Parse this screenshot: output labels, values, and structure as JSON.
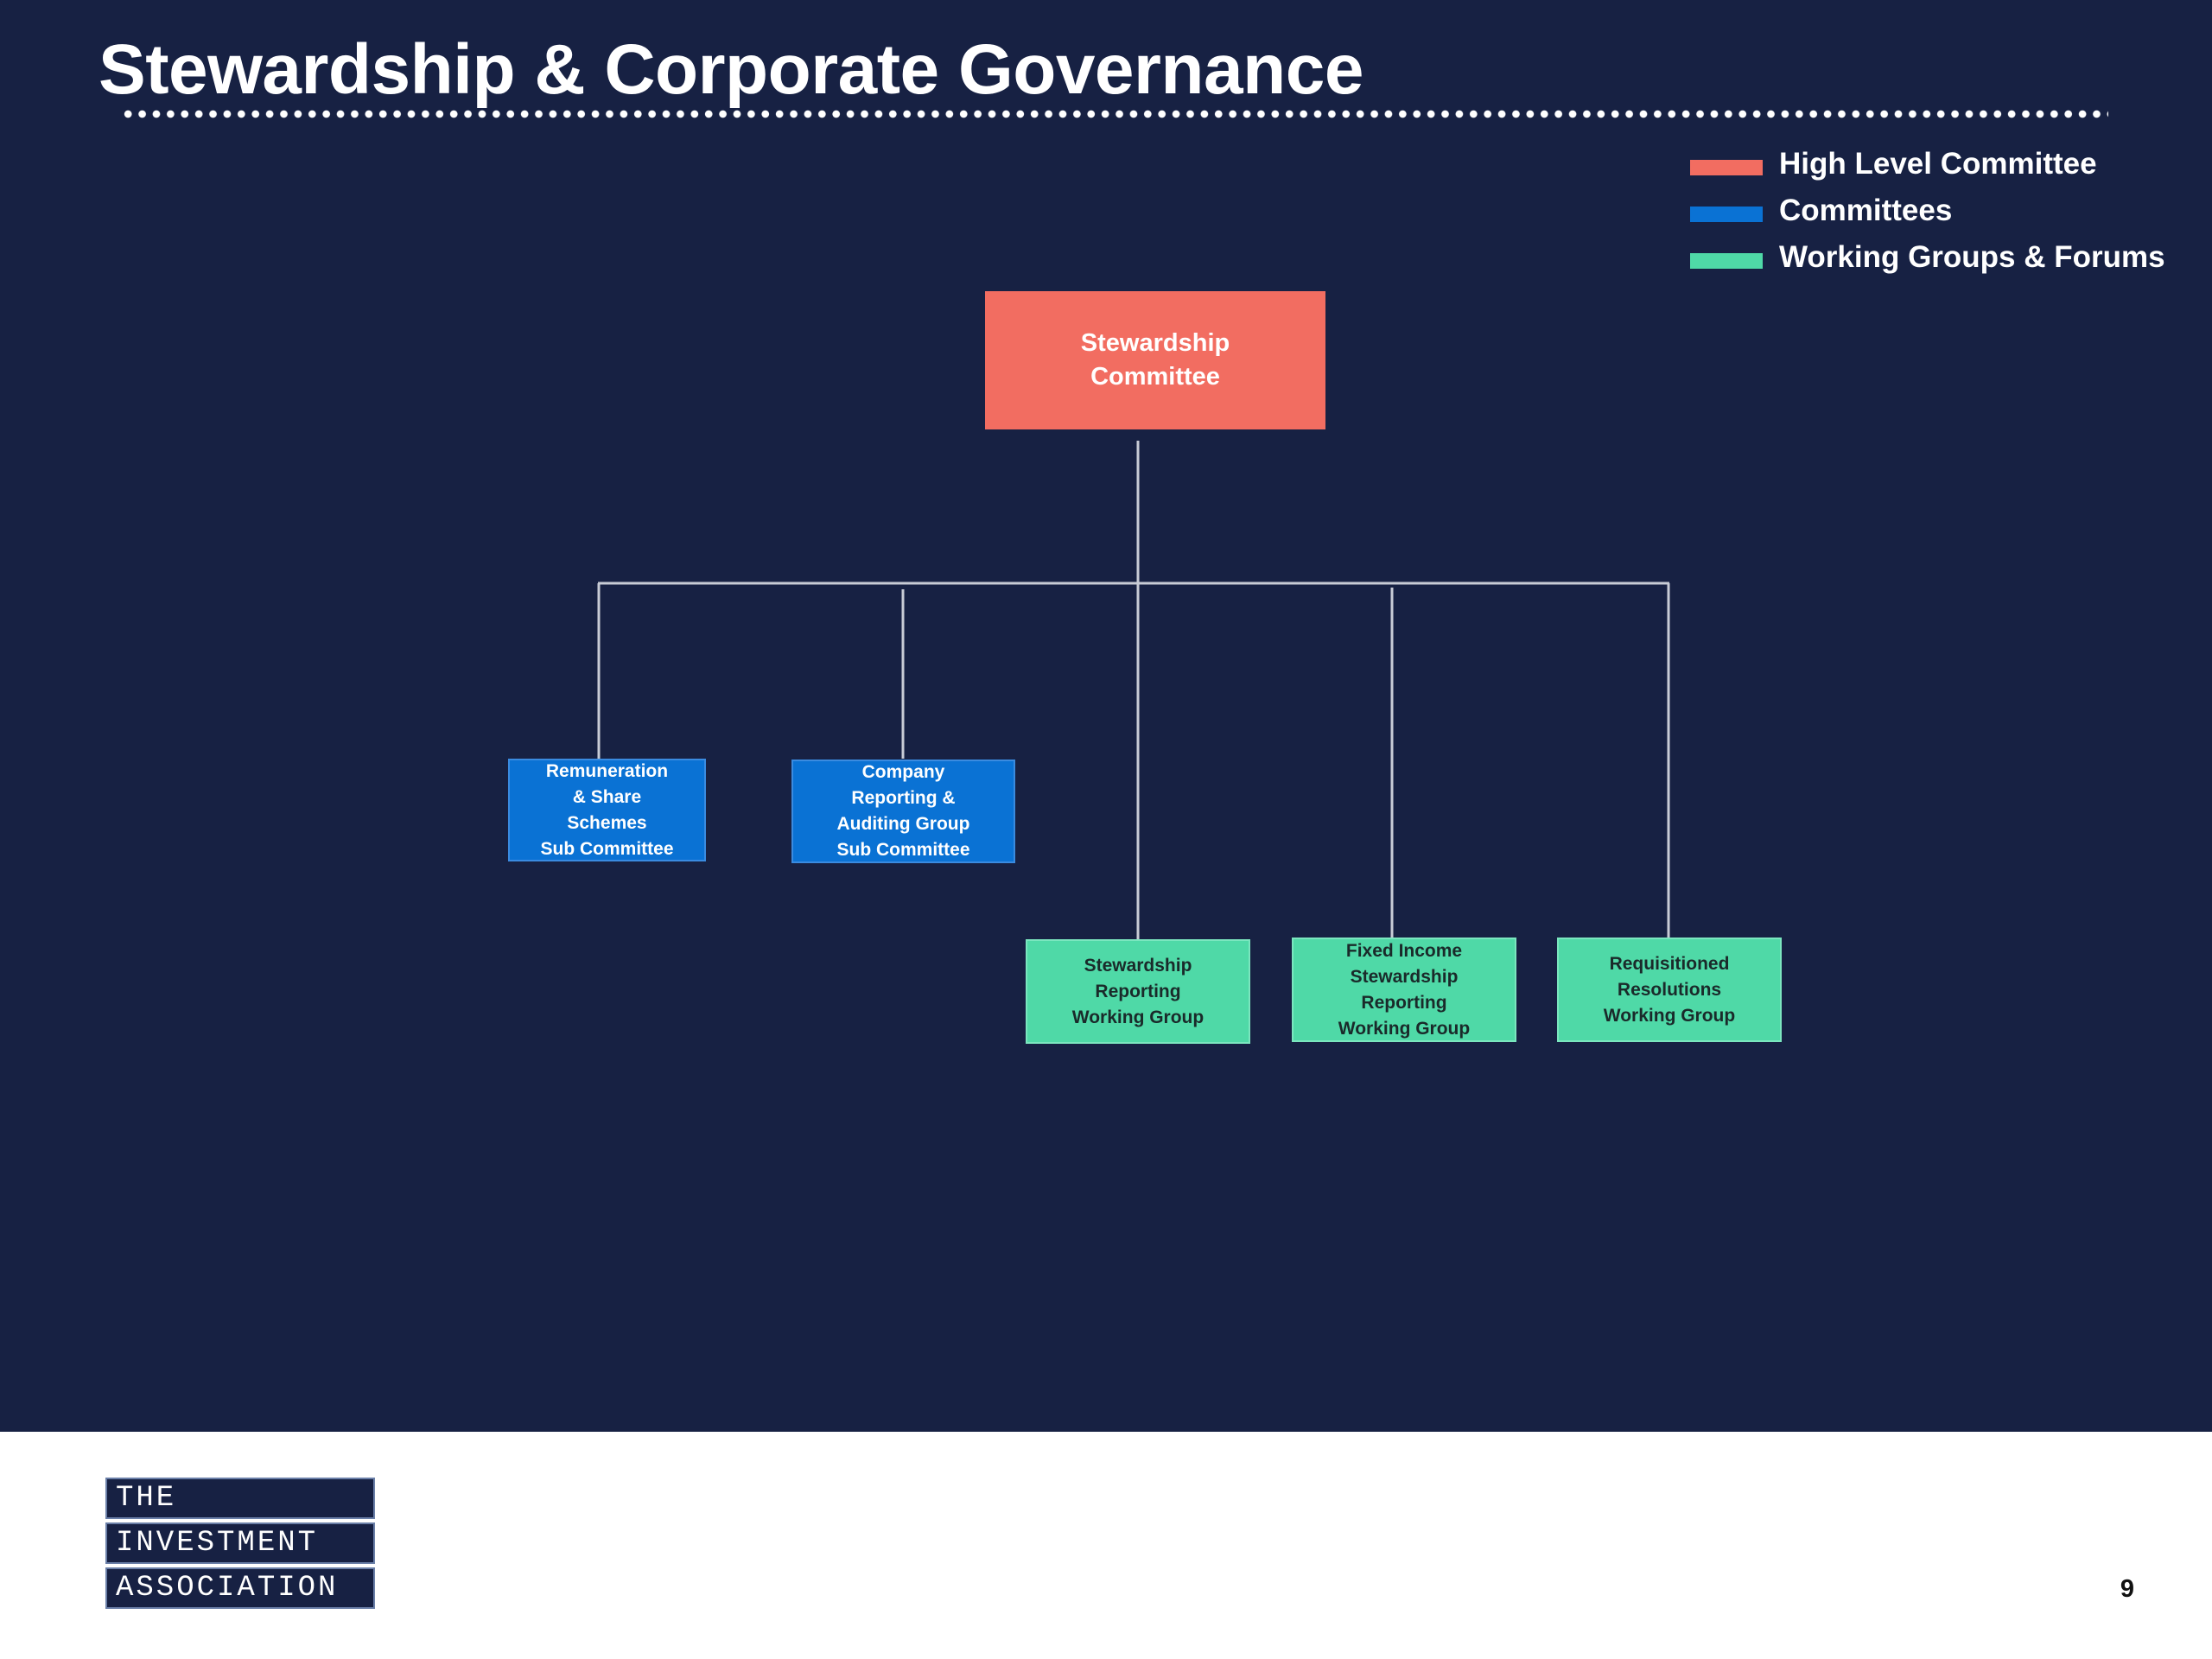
{
  "slide": {
    "title": "Stewardship & Corporate Governance",
    "page_number": "9"
  },
  "legend": {
    "items": [
      {
        "label": "High Level Committee",
        "color": "#f26d61"
      },
      {
        "label": "Committees",
        "color": "#0a72d4"
      },
      {
        "label": "Working Groups & Forums",
        "color": "#4fd9a7"
      }
    ]
  },
  "org_chart": {
    "root": {
      "label": "Stewardship\nCommittee",
      "level": "High Level Committee"
    },
    "committees": [
      {
        "label": "Remuneration\n& Share\nSchemes\nSub Committee",
        "level": "Committees"
      },
      {
        "label": "Company\nReporting &\nAuditing Group\nSub Committee",
        "level": "Committees"
      }
    ],
    "working_groups": [
      {
        "label": "Stewardship\nReporting\nWorking Group",
        "level": "Working Groups & Forums"
      },
      {
        "label": "Fixed Income\nStewardship\nReporting\nWorking Group",
        "level": "Working Groups & Forums"
      },
      {
        "label": "Requisitioned\nResolutions\nWorking Group",
        "level": "Working Groups & Forums"
      }
    ]
  },
  "footer": {
    "logo_lines": [
      "THE",
      "INVESTMENT",
      "ASSOCIATION"
    ]
  },
  "colors": {
    "background": "#172143",
    "connector": "#c8ccd6"
  }
}
